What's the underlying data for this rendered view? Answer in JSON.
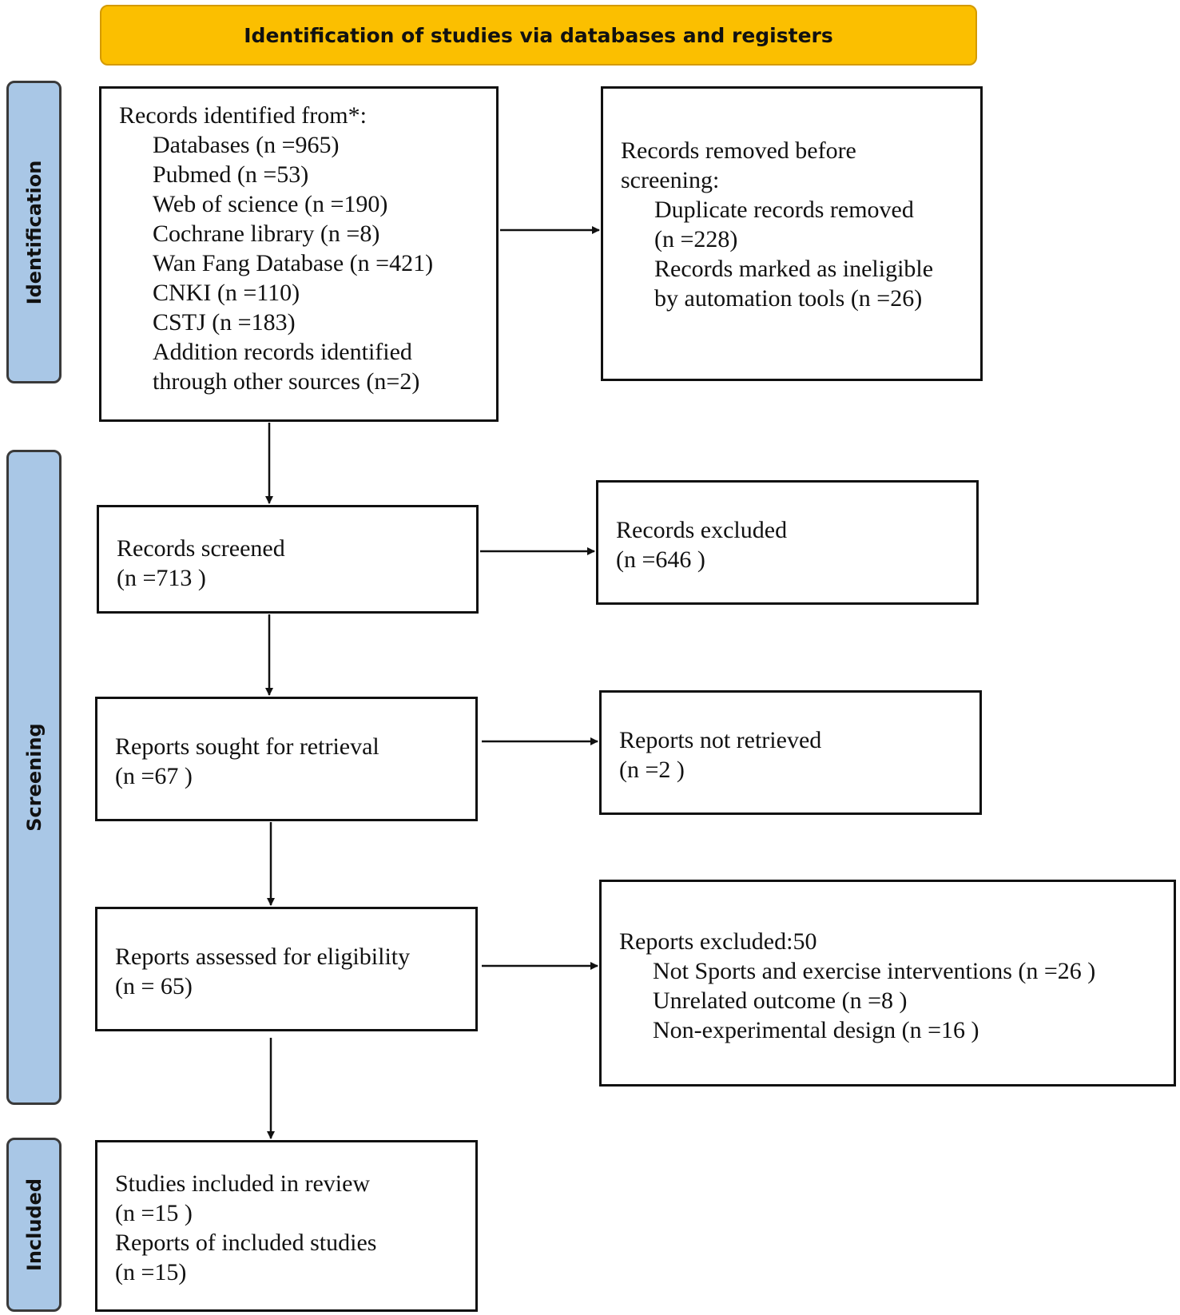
{
  "header": "Identification of studies via databases and registers",
  "phases": {
    "identification": "Identification",
    "screening": "Screening",
    "included": "Included"
  },
  "identified": {
    "title": "Records identified from*:",
    "items": [
      "Databases (n =965)",
      "Pubmed (n =53)",
      "Web of science (n =190)",
      "Cochrane library (n =8)",
      "Wan Fang Database (n =421)",
      "CNKI (n =110)",
      "CSTJ (n =183)",
      "Addition records identified",
      "through other sources (n=2)"
    ]
  },
  "removed": {
    "title_line1": "Records removed before",
    "title_line2": "screening:",
    "items": [
      "Duplicate records removed",
      "(n =228)",
      "Records marked as ineligible",
      "by automation tools (n =26)"
    ]
  },
  "screened": {
    "label": "Records screened",
    "count": "(n =713 )"
  },
  "excluded": {
    "label": "Records excluded",
    "count": "(n =646 )"
  },
  "sought": {
    "label": "Reports sought for retrieval",
    "count": "(n =67 )"
  },
  "not_retrieved": {
    "label": "Reports not retrieved",
    "count": "(n =2 )"
  },
  "assessed": {
    "label": "Reports assessed for eligibility",
    "count": "(n = 65)"
  },
  "reports_excluded": {
    "title": "Reports excluded:50",
    "items": [
      "Not Sports and exercise interventions (n =26 )",
      "Unrelated outcome (n =8 )",
      "Non-experimental design (n =16 )"
    ]
  },
  "included": {
    "lines": [
      "Studies included in review",
      "(n =15 )",
      "Reports of included studies",
      "(n =15)"
    ]
  },
  "colors": {
    "header_fill": "#fbbf00",
    "phase_fill": "#a9c7e6"
  }
}
